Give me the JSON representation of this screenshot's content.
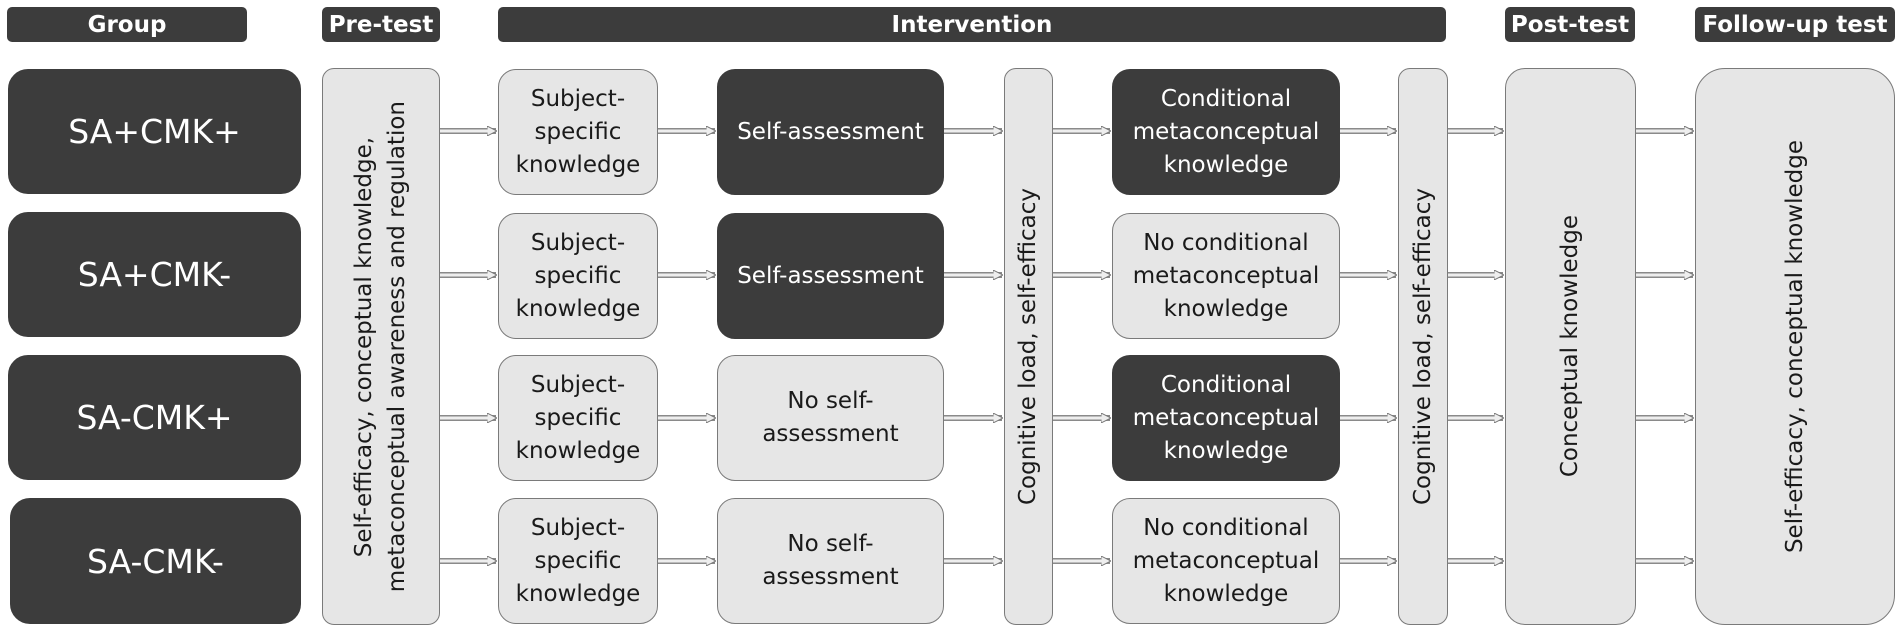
{
  "headers": {
    "group": "Group",
    "pretest": "Pre-test",
    "intervention": "Intervention",
    "posttest": "Post-test",
    "followup": "Follow-up test"
  },
  "groups": [
    "SA+CMK+",
    "SA+CMK-",
    "SA-CMK+",
    "SA-CMK-"
  ],
  "pretest_measures": "Self-efficacy, conceptual knowledge,\nmetaconceptual awareness and regulation",
  "subject_knowledge": "Subject-\nspecific\nknowledge",
  "self_assessment": [
    "Self-assessment",
    "Self-assessment",
    "No self-\nassessment",
    "No self-\nassessment"
  ],
  "intervention_measure_1": "Cognitive load, self-efficacy",
  "metaconceptual": [
    "Conditional\nmetaconceptual\nknowledge",
    "No conditional\nmetaconceptual\nknowledge",
    "Conditional\nmetaconceptual\nknowledge",
    "No conditional\nmetaconceptual\nknowledge"
  ],
  "intervention_measure_2": "Cognitive load, self-efficacy",
  "posttest_measure": "Conceptual knowledge",
  "followup_measure": "Self-efficacy, conceptual knowledge",
  "colors": {
    "dark": "#3c3c3c",
    "light": "#e6e6e6",
    "border": "#7a7a7a"
  }
}
